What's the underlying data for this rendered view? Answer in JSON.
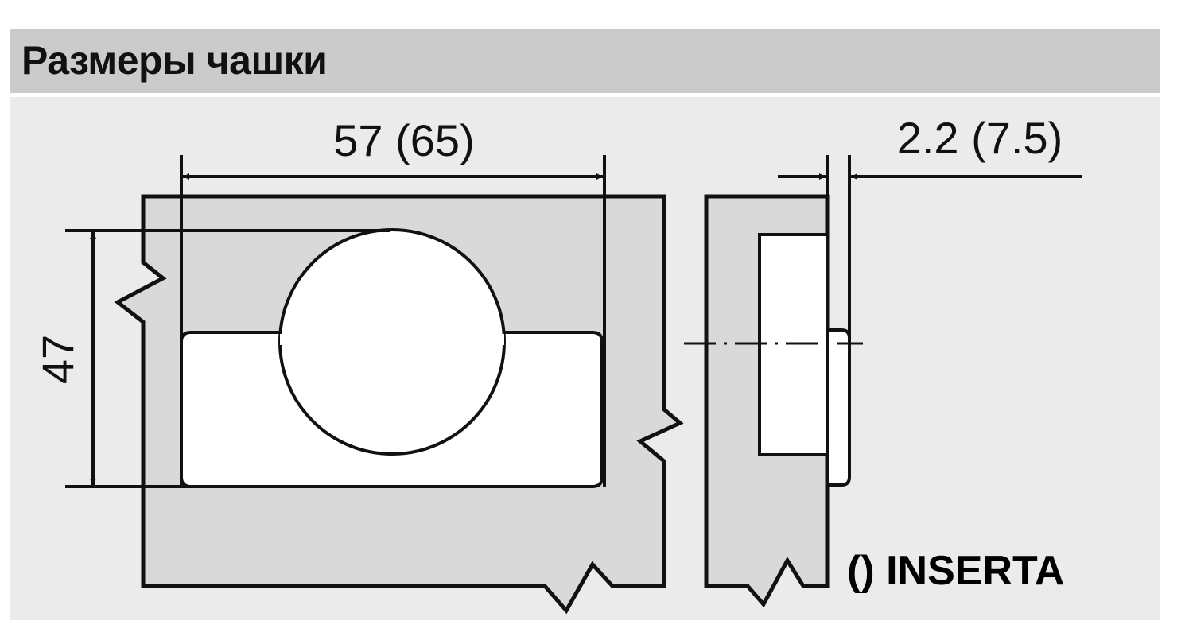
{
  "header": {
    "title": "Размеры чашки"
  },
  "dimensions": {
    "width": "57 (65)",
    "height": "47",
    "depth": "2.2 (7.5)"
  },
  "legend": {
    "text": "() INSERTA"
  },
  "colors": {
    "panel": "#ebebeb",
    "header": "#cbcbcb",
    "plate": "#d9d9d9",
    "line": "#111111"
  }
}
